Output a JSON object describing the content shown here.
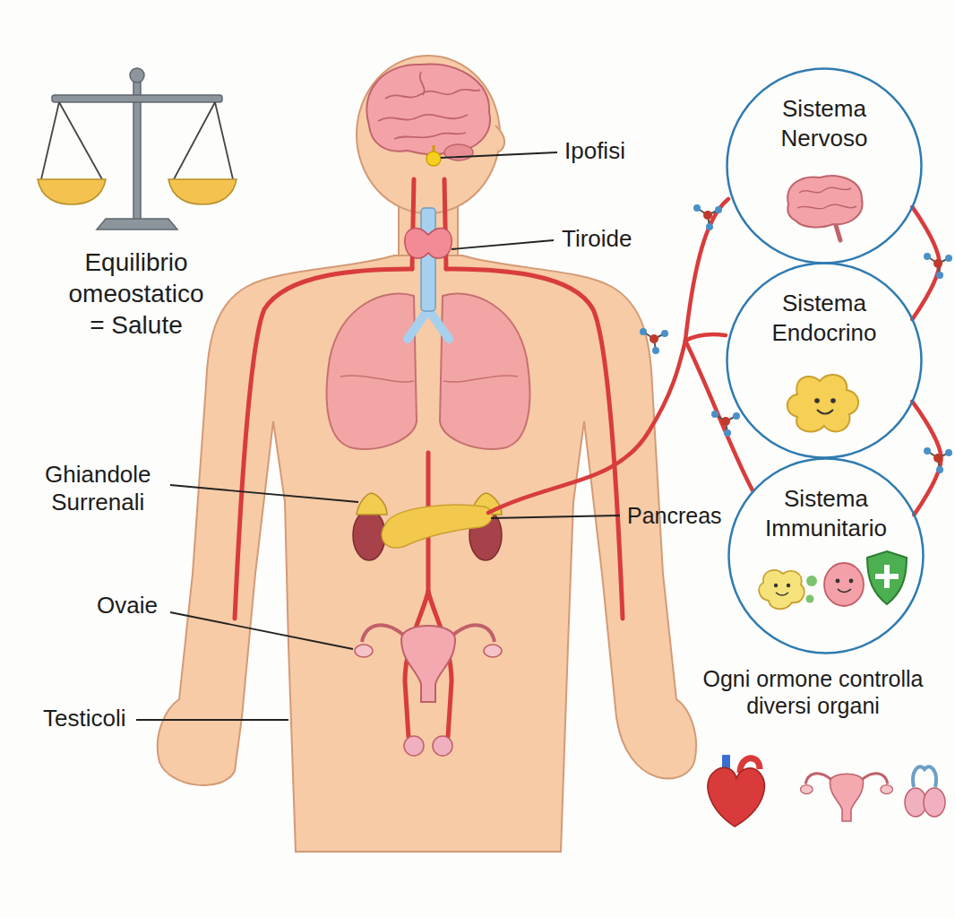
{
  "diagram": {
    "nodes": [
      {
        "text": [
          "Sistema Nervoso"
        ]
      },
      {
        "text": [
          "Sistema Endocrino"
        ]
      },
      {
        "text": [
          "Sistema Immunitario"
        ]
      }
    ],
    "edges": [
      {
        "from": 0,
        "to": 1,
        "arrow": "none"
      },
      {
        "from": 1,
        "to": 2,
        "arrow": "none"
      }
    ],
    "labels": [
      "Equilibrio omeostatico = Salute",
      "Ipofisi",
      "Tiroide",
      "Ghiandole Surrenali",
      "Pancreas",
      "Ovaie",
      "Testicoli",
      "Ogni ormone controlla diversi organi"
    ]
  }
}
